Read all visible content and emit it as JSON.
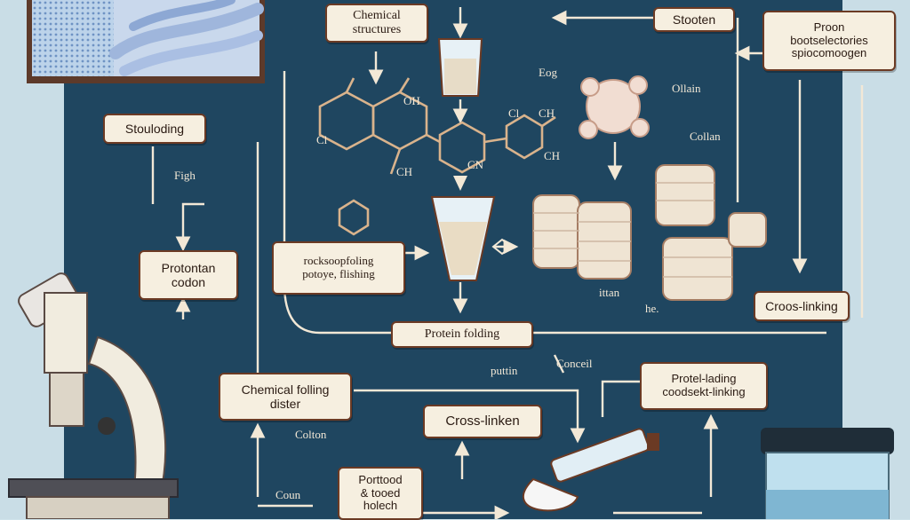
{
  "boxes": {
    "chemical_structures": [
      "Chemical",
      "structures"
    ],
    "stooten": "Stooten",
    "proon": [
      "Proon",
      "bootselectories",
      "spiocomoogen"
    ],
    "stouloding": "Stouloding",
    "protontan_codon": [
      "Protontan",
      "codon"
    ],
    "rocksoopfoling": [
      "rocksoopfoling",
      "potoye, flishing"
    ],
    "protein_folding": "Protein folding",
    "cross_linking": "Croos-linking",
    "chemical_folling": [
      "Chemical folling",
      "dister"
    ],
    "cross_linken": "Cross-linken",
    "protel_lading": [
      "Protel-lading",
      "coodsekt-linking"
    ],
    "porttood": [
      "Porttood",
      "& tooed",
      "holech"
    ]
  },
  "labels": {
    "oh": "OH",
    "ch": "CH",
    "ci1": "Cl",
    "ci2": "Cl",
    "ch2": "CH",
    "ch3": "CH",
    "cn": "CN",
    "eog": "Eog",
    "ollain": "Ollain",
    "collan": "Collan",
    "flgh": "Figh",
    "ittan": "ittan",
    "he": "he.",
    "puttin": "puttin",
    "conceil": "Conceil",
    "colton": "Colton",
    "coun": "Coun"
  },
  "colors": {
    "panel": "#1f4660",
    "box_fill": "#f6efe0",
    "box_border": "#6b3a24",
    "arrow": "#f2e8d6"
  }
}
